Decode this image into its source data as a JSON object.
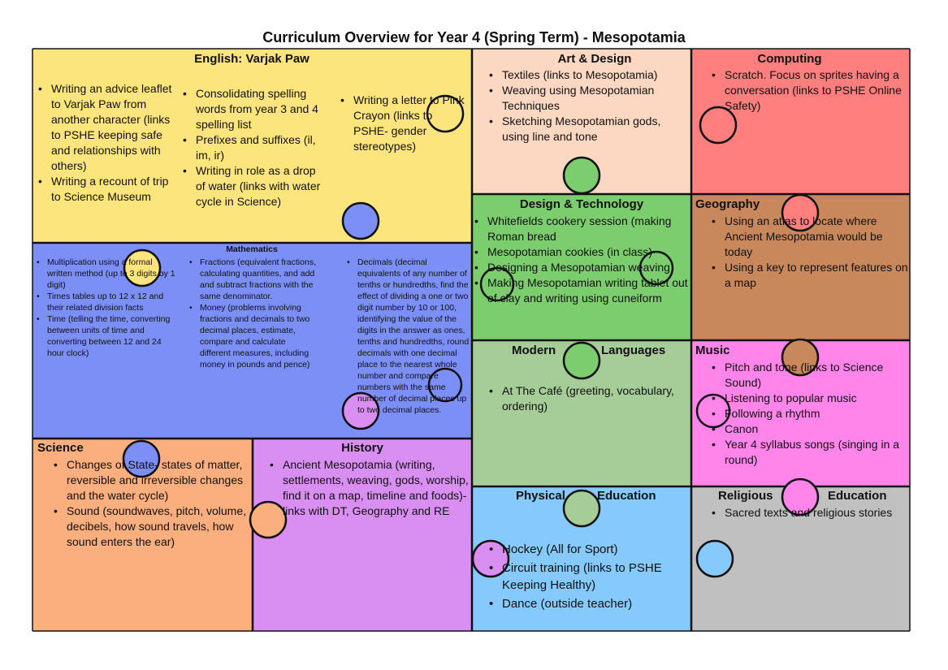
{
  "title": "Curriculum Overview for Year 4 (Spring Term) - Mesopotamia",
  "colors": {
    "english": "#fde57d",
    "art": "#fcd8c2",
    "computing": "#ff7f7f",
    "maths": "#7b8ff6",
    "dt": "#7ccd6e",
    "geography": "#c9875c",
    "science": "#fbae7e",
    "history": "#d98ef2",
    "mfl": "#a6cc98",
    "music": "#ff85eb",
    "pe": "#86c9fc",
    "re": "#c0c0c0"
  },
  "english": {
    "title": "English: Varjak Paw",
    "col1": [
      "Writing an advice leaflet to Varjak Paw from another character (links to PSHE keeping safe and relationships with others)",
      "Writing a recount of trip to Science Museum"
    ],
    "col2": [
      "Consolidating spelling words from year 3 and 4 spelling list",
      "Prefixes and suffixes (il, im, ir)",
      "Writing in role as a drop of water (links with water cycle in Science)"
    ],
    "col3": [
      "Writing a letter to Pink Crayon (links to PSHE- gender stereotypes)"
    ]
  },
  "art": {
    "title": "Art & Design",
    "items": [
      "Textiles (links to Mesopotamia)",
      "Weaving using Mesopotamian Techniques",
      "Sketching Mesopotamian gods, using line and tone"
    ]
  },
  "computing": {
    "title": "Computing",
    "items": [
      "Scratch. Focus on sprites having a conversation (links to PSHE Online Safety)"
    ]
  },
  "maths": {
    "title": "Mathematics",
    "col1": [
      "Multiplication using a formal written method (up to 3 digits by 1 digit)",
      "Times tables up to 12 x 12 and their related division facts",
      "Time (telling the time, converting between units of time and converting between 12 and 24 hour clock)"
    ],
    "col2": [
      "Fractions (equivalent fractions, calculating quantities, and add and subtract fractions with the same denominator.",
      "Money (problems involving fractions and decimals to two decimal places, estimate, compare and calculate different measures, including money in pounds and pence)"
    ],
    "col3": [
      "Decimals (decimal equivalents of any number of tenths or hundredths, find the effect of dividing a one or two digit number by 10 or 100, identifying the value of the digits in the answer as ones, tenths and hundredths, round decimals with one decimal place to the nearest whole number and compare numbers with the same number of decimal places up to two decimal places."
    ]
  },
  "dt": {
    "title": "Design & Technology",
    "items": [
      "Whitefields cookery session (making Roman bread",
      "Mesopotamian cookies (in class)",
      "Designing a Mesopotamian weaving",
      "Making Mesopotamian writing tablet out of clay and writing using cuneiform"
    ]
  },
  "geography": {
    "title": "Geography",
    "items": [
      "Using an atlas to locate where Ancient Mesopotamia would be today",
      "Using a key to represent features on a map"
    ]
  },
  "science": {
    "title": "Science",
    "items": [
      "Changes of State- states of matter, reversible and irreversible changes and the water cycle)",
      "Sound (soundwaves, pitch, volume, decibels, how sound travels, how sound enters the ear)"
    ]
  },
  "history": {
    "title": "History",
    "items": [
      "Ancient Mesopotamia (writing, settlements, weaving, gods, worship, find it on a map, timeline and foods)- links with DT, Geography and RE"
    ]
  },
  "mfl": {
    "title_left": "Modern",
    "title_right": "Languages",
    "items": [
      "At The Café (greeting, vocabulary, ordering)"
    ]
  },
  "music": {
    "title": "Music",
    "items": [
      "Pitch and tone (links to Science Sound)",
      "Listening to popular music",
      "Following a rhythm",
      "Canon",
      "Year 4 syllabus songs (singing in a round)"
    ]
  },
  "pe": {
    "title_left": "Physical",
    "title_right": "Education",
    "items": [
      "Hockey (All for Sport)",
      "Circuit training (links to PSHE Keeping Healthy)",
      "Dance (outside teacher)"
    ]
  },
  "re": {
    "title_left": "Religious",
    "title_right": "Education",
    "items": [
      "Sacred texts and religious stories"
    ]
  }
}
